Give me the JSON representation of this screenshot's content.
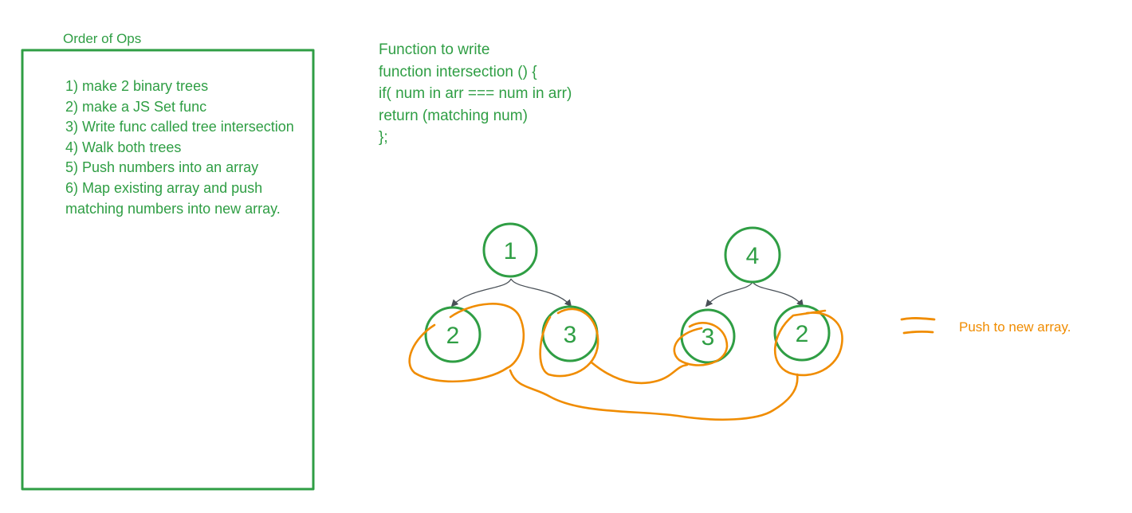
{
  "order_panel": {
    "title": "Order of Ops",
    "steps": [
      "1) make 2 binary trees",
      "2) make a JS Set func",
      "3) Write func called tree intersection",
      "4) Walk both trees",
      "5) Push numbers into an array",
      "6) Map existing array and push matching numbers into new array."
    ]
  },
  "code_block": {
    "lines": [
      "Function to write",
      "function intersection () {",
      "if( num in arr === num in arr)",
      "return (matching num)",
      "};"
    ]
  },
  "tree_a": {
    "root": "1",
    "left": "2",
    "right": "3"
  },
  "tree_b": {
    "root": "4",
    "left": "3",
    "right": "2"
  },
  "legend": {
    "label": "Push to new array."
  },
  "colors": {
    "ink": "#2f9e44",
    "highlight": "#f08c00",
    "edge": "#495057"
  }
}
